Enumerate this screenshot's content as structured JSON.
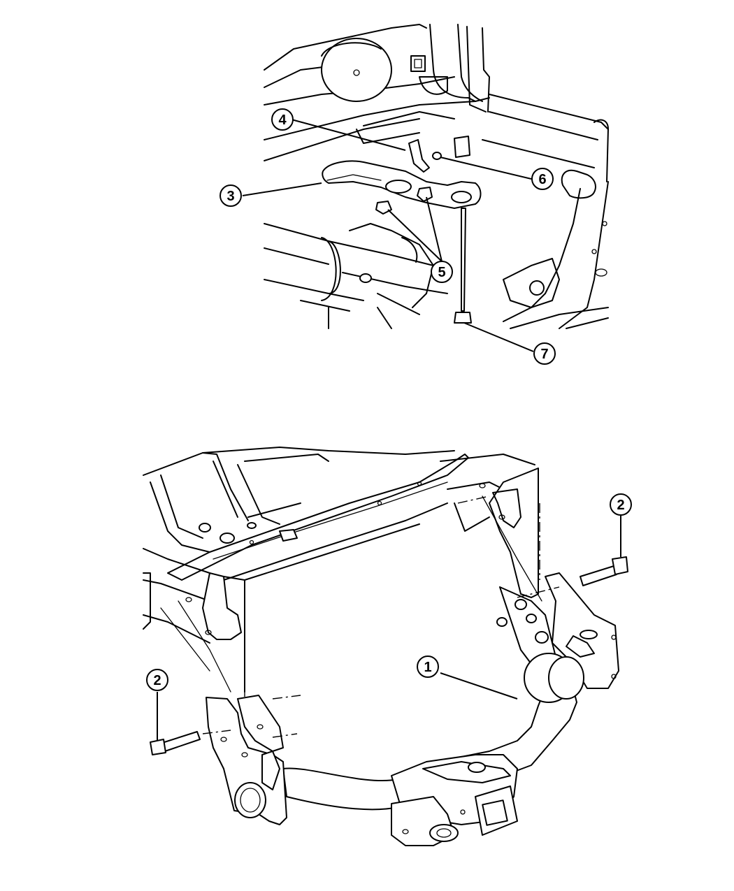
{
  "callouts": {
    "c1": "1",
    "c2a": "2",
    "c2b": "2",
    "c3": "3",
    "c4": "4",
    "c5": "5",
    "c6": "6",
    "c7": "7"
  }
}
